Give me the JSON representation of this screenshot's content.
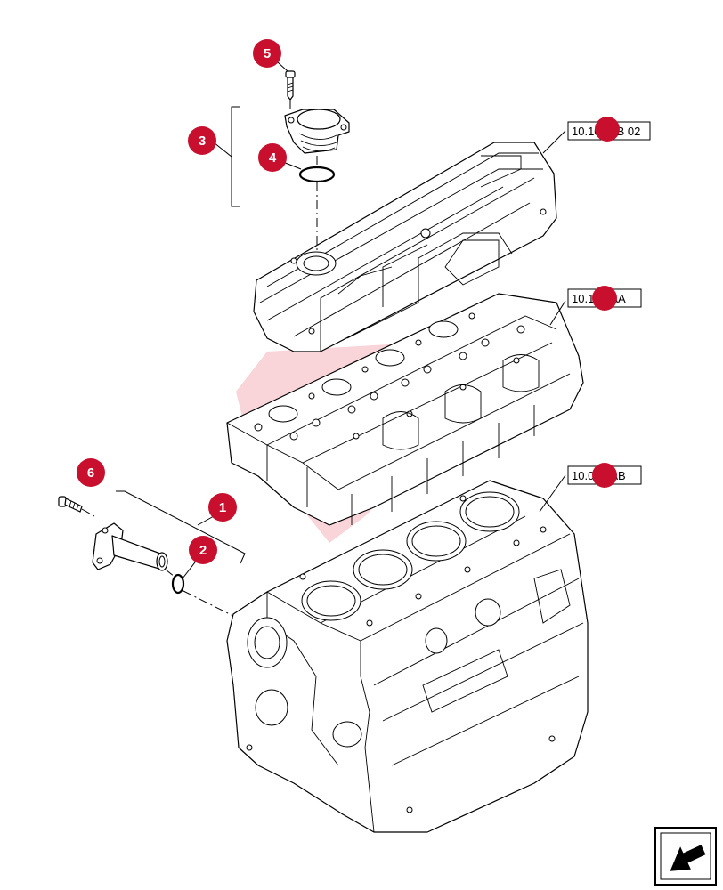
{
  "callouts": [
    {
      "id": "c1",
      "label": "1"
    },
    {
      "id": "c2",
      "label": "2"
    },
    {
      "id": "c3",
      "label": "3"
    },
    {
      "id": "c4",
      "label": "4"
    },
    {
      "id": "c5",
      "label": "5"
    },
    {
      "id": "c6",
      "label": "6"
    }
  ],
  "references": [
    {
      "id": "r1",
      "label": "10.101.aB 02"
    },
    {
      "id": "r2",
      "label": "10.101.AA"
    },
    {
      "id": "r3",
      "label": "10.001.AB"
    }
  ],
  "colors": {
    "callout": "#c8102e",
    "watermark": "#f2a0a8"
  },
  "icons": {
    "nav": "arrow-icon"
  }
}
